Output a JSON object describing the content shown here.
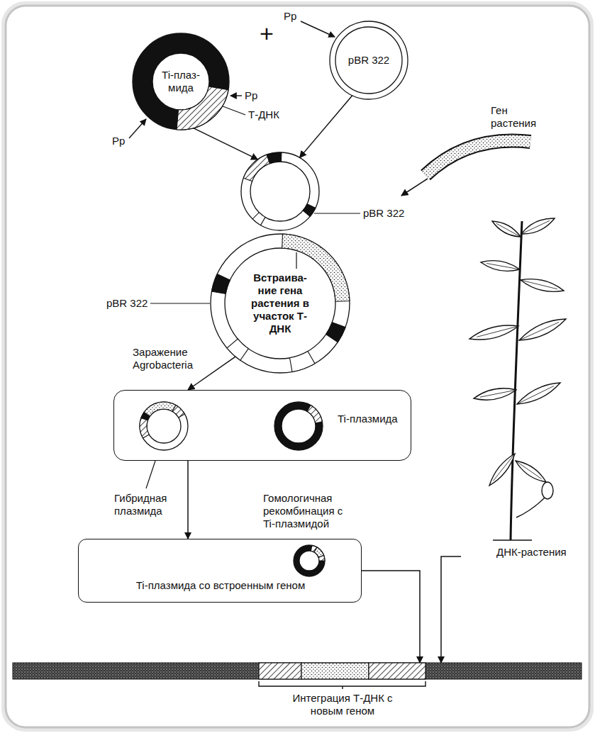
{
  "diagram": {
    "nodes": [
      {
        "text": [
          "Ti-плаз- мида"
        ]
      },
      {
        "text": [
          "pBR 322"
        ]
      },
      {
        "text": [
          "pBR 322"
        ]
      },
      {
        "text": [
          "Встраива- ние гена растения в участок Т-ДНК",
          "pBR 322"
        ]
      },
      {
        "text": [
          "Гомологичная рекомбинация с Ti-плазмидой"
        ]
      },
      {
        "text": [
          "Гибридная плазмида"
        ],
        "in": 4
      },
      {
        "text": [
          "Ti-плазмида"
        ],
        "in": 4
      },
      {
        "text": [
          "Ti-плазмида со встроенным геном"
        ]
      },
      {
        "text": [
          "ДНК-растения"
        ]
      },
      {
        "text": [
          "Интеграция Т-ДНК с новым геном"
        ]
      }
    ],
    "edges": [
      {
        "from": 0,
        "to": 2,
        "arrow": "to"
      },
      {
        "from": 1,
        "to": 2,
        "arrow": "to"
      },
      {
        "from": 3,
        "to": 4,
        "arrow": "to",
        "label": "Заражение Agrobacteria"
      },
      {
        "from": 4,
        "to": 7,
        "arrow": "to"
      },
      {
        "from": 7,
        "to": 9,
        "arrow": "to"
      },
      {
        "from": 8,
        "to": 9,
        "arrow": "to"
      }
    ],
    "labels": [
      "Рр",
      "+",
      "Рр",
      "Т-ДНК",
      "Рр",
      "Ген растения"
    ]
  }
}
